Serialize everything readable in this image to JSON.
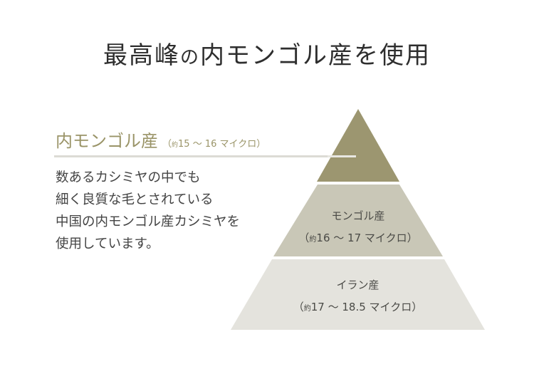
{
  "title": {
    "part1": "最高峰",
    "part2": "の",
    "part3": "内モンゴル産を使用"
  },
  "feature": {
    "heading": "内モンゴル産",
    "range_open": "（",
    "range_prefix": "約",
    "range_value": "15 ～ 16 マイクロ",
    "range_close": "）",
    "description": [
      "数あるカシミヤの中でも",
      "細く良質な毛とされている",
      "中国の内モンゴル産カシミヤを",
      "使用しています。"
    ]
  },
  "pyramid": {
    "colors": {
      "top": "#9c9670",
      "middle": "#c9c7b7",
      "bottom": "#e4e3dd",
      "rule": "#dcdbd5",
      "accent_text": "#9a9468"
    },
    "tiers": [
      {
        "name": "",
        "range_prefix": "",
        "range_value": ""
      },
      {
        "name": "モンゴル産",
        "range_open": "（",
        "range_prefix": "約",
        "range_value": "16 ～ 17 マイクロ",
        "range_close": "）"
      },
      {
        "name": "イラン産",
        "range_open": "（",
        "range_prefix": "約",
        "range_value": "17 ～ 18.5 マイクロ",
        "range_close": "）"
      }
    ]
  }
}
